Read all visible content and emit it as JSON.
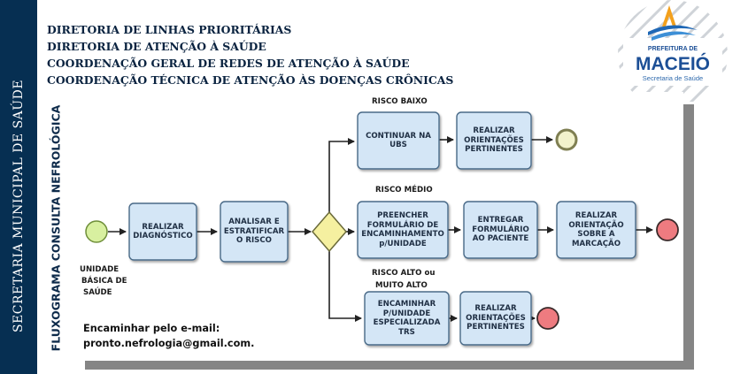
{
  "sidebar": {
    "vertical_title": "SECRETARIA MUNICIPAL DE  SAÚDE",
    "flow_title": "FLUXOGRAMA CONSULTA NEFROLÓGICA"
  },
  "headers": [
    "DIRETORIA DE LINHAS PRIORITÁRIAS",
    "DIRETORIA DE ATENÇÃO À SAÚDE",
    "COORDENAÇÃO GERAL DE REDES DE ATENÇÃO À SAÚDE",
    "COORDENAÇÃO TÉCNICA DE ATENÇÃO ÀS DOENÇAS CRÔNICAS"
  ],
  "logo": {
    "line1": "PREFEITURA DE",
    "line2": "MACEIÓ",
    "line3": "Secretaria de Saúde"
  },
  "flow": {
    "start_label": [
      "UNIDADE",
      "BÁSICA DE",
      "SAÚDE"
    ],
    "boxes": {
      "diagnostico": "REALIZAR DIAGNÓSTICO",
      "analisar": "ANALISAR E ESTRATIFICAR O RISCO",
      "continuar": "CONTINUAR NA UBS",
      "orient_baixo": "REALIZAR ORIENTAÇÕES PERTINENTES",
      "preencher": "PREENCHER FORMULÁRIO DE ENCAMINHAMENTO p/UNIDADE",
      "entregar": "ENTREGAR FORMULÁRIO AO PACIENTE",
      "orient_marcacao": "REALIZAR ORIENTAÇÃO SOBRE A MARCAÇÃO",
      "encaminhar": "ENCAMINHAR P/UNIDADE ESPECIALIZADA TRS",
      "orient_alto": "REALIZAR ORIENTAÇÕES PERTINENTES"
    },
    "labels": {
      "risco_baixo": "RISCO BAIXO",
      "risco_medio": "RISCO MÉDIO",
      "risco_alto_1": "RISCO ALTO ou",
      "risco_alto_2": "MUITO ALTO"
    },
    "colors": {
      "box_fill": "#d4e6f6",
      "box_border": "#4a6a88",
      "start_fill": "#d8f0a0",
      "gateway_fill": "#f5f0a0",
      "end_fill": "#ee7b80",
      "intermediate_end_fill": "#f2f2cc"
    }
  },
  "contact": {
    "line1": "Encaminhar pelo e-mail:",
    "line2": "pronto.nefrologia@gmail.com."
  }
}
